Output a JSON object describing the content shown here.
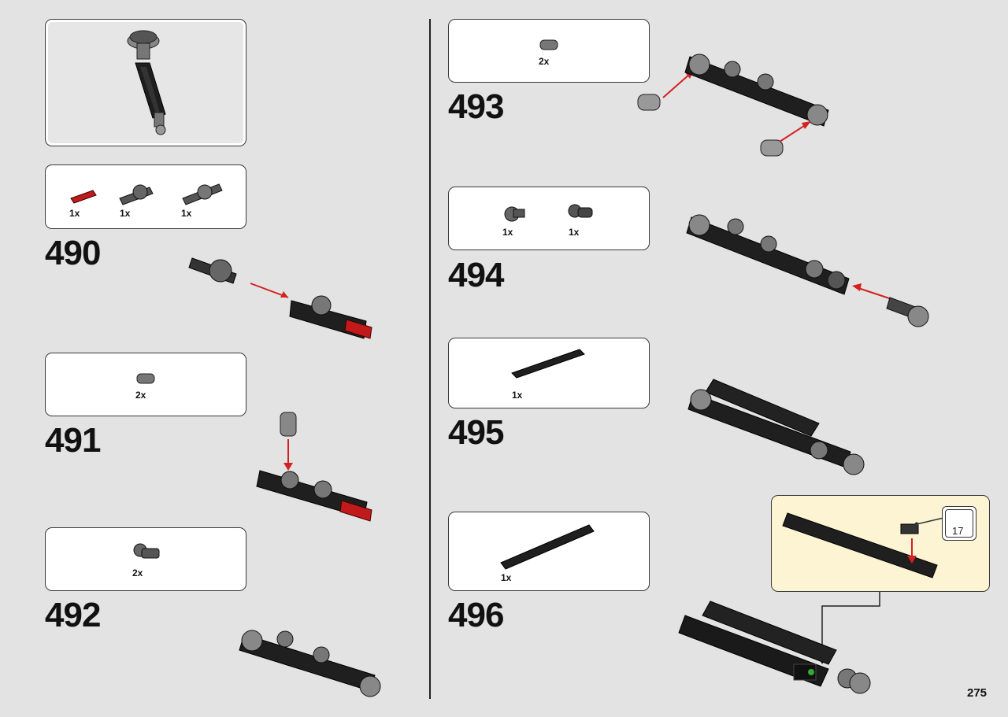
{
  "steps": [
    {
      "number": "490",
      "parts": [
        {
          "qty": "1x"
        },
        {
          "qty": "1x"
        },
        {
          "qty": "1x"
        }
      ]
    },
    {
      "number": "491",
      "parts": [
        {
          "qty": "2x"
        }
      ]
    },
    {
      "number": "492",
      "parts": [
        {
          "qty": "2x"
        }
      ]
    },
    {
      "number": "493",
      "parts": [
        {
          "qty": "2x"
        }
      ]
    },
    {
      "number": "494",
      "parts": [
        {
          "qty": "1x"
        },
        {
          "qty": "1x"
        }
      ]
    },
    {
      "number": "495",
      "parts": [
        {
          "qty": "1x"
        }
      ]
    },
    {
      "number": "496",
      "parts": [
        {
          "qty": "1x"
        }
      ]
    }
  ],
  "sticker_sheet_number": "17",
  "page_number": "275",
  "colors": {
    "background": "#e3e3e3",
    "part_dark": "#2b2b2b",
    "part_grey": "#6e6e6e",
    "part_red": "#c01a1a",
    "arrow": "#d42020",
    "callout_bg": "#fcf4d2"
  },
  "icons": [
    "shock-absorber-subassembly",
    "axle-connector",
    "pin-connector",
    "beam-assembly",
    "tile-plate",
    "sticker-sheet-icon",
    "down-arrow-icon"
  ]
}
